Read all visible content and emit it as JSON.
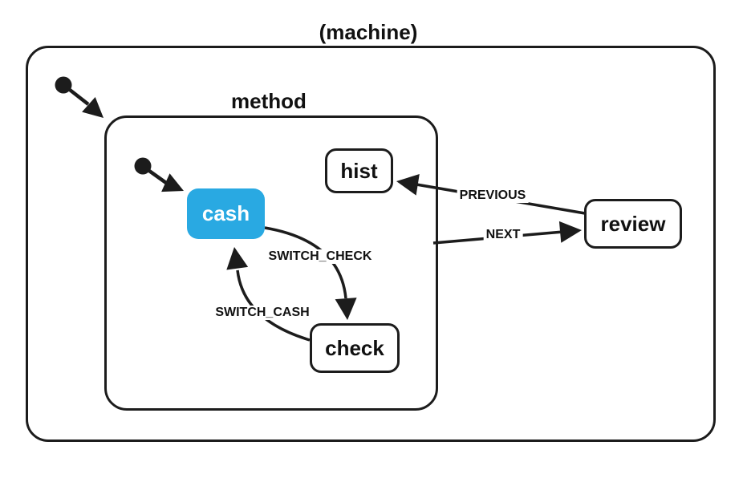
{
  "colors": {
    "stroke": "#1c1c1c",
    "active_fill": "#29a9e2",
    "active_label_text": "#ffffff",
    "label_text": "#111111",
    "canvas_bg": "#ffffff"
  },
  "machine": {
    "title": "(machine)"
  },
  "method": {
    "title": "method"
  },
  "states": {
    "hist": "hist",
    "cash": "cash",
    "check": "check",
    "review": "review"
  },
  "active_state": "cash",
  "transitions": {
    "switch_check": {
      "label": "SWITCH_CHECK"
    },
    "switch_cash": {
      "label": "SWITCH_CASH"
    },
    "next": {
      "label": "NEXT"
    },
    "previous": {
      "label": "PREVIOUS"
    }
  }
}
